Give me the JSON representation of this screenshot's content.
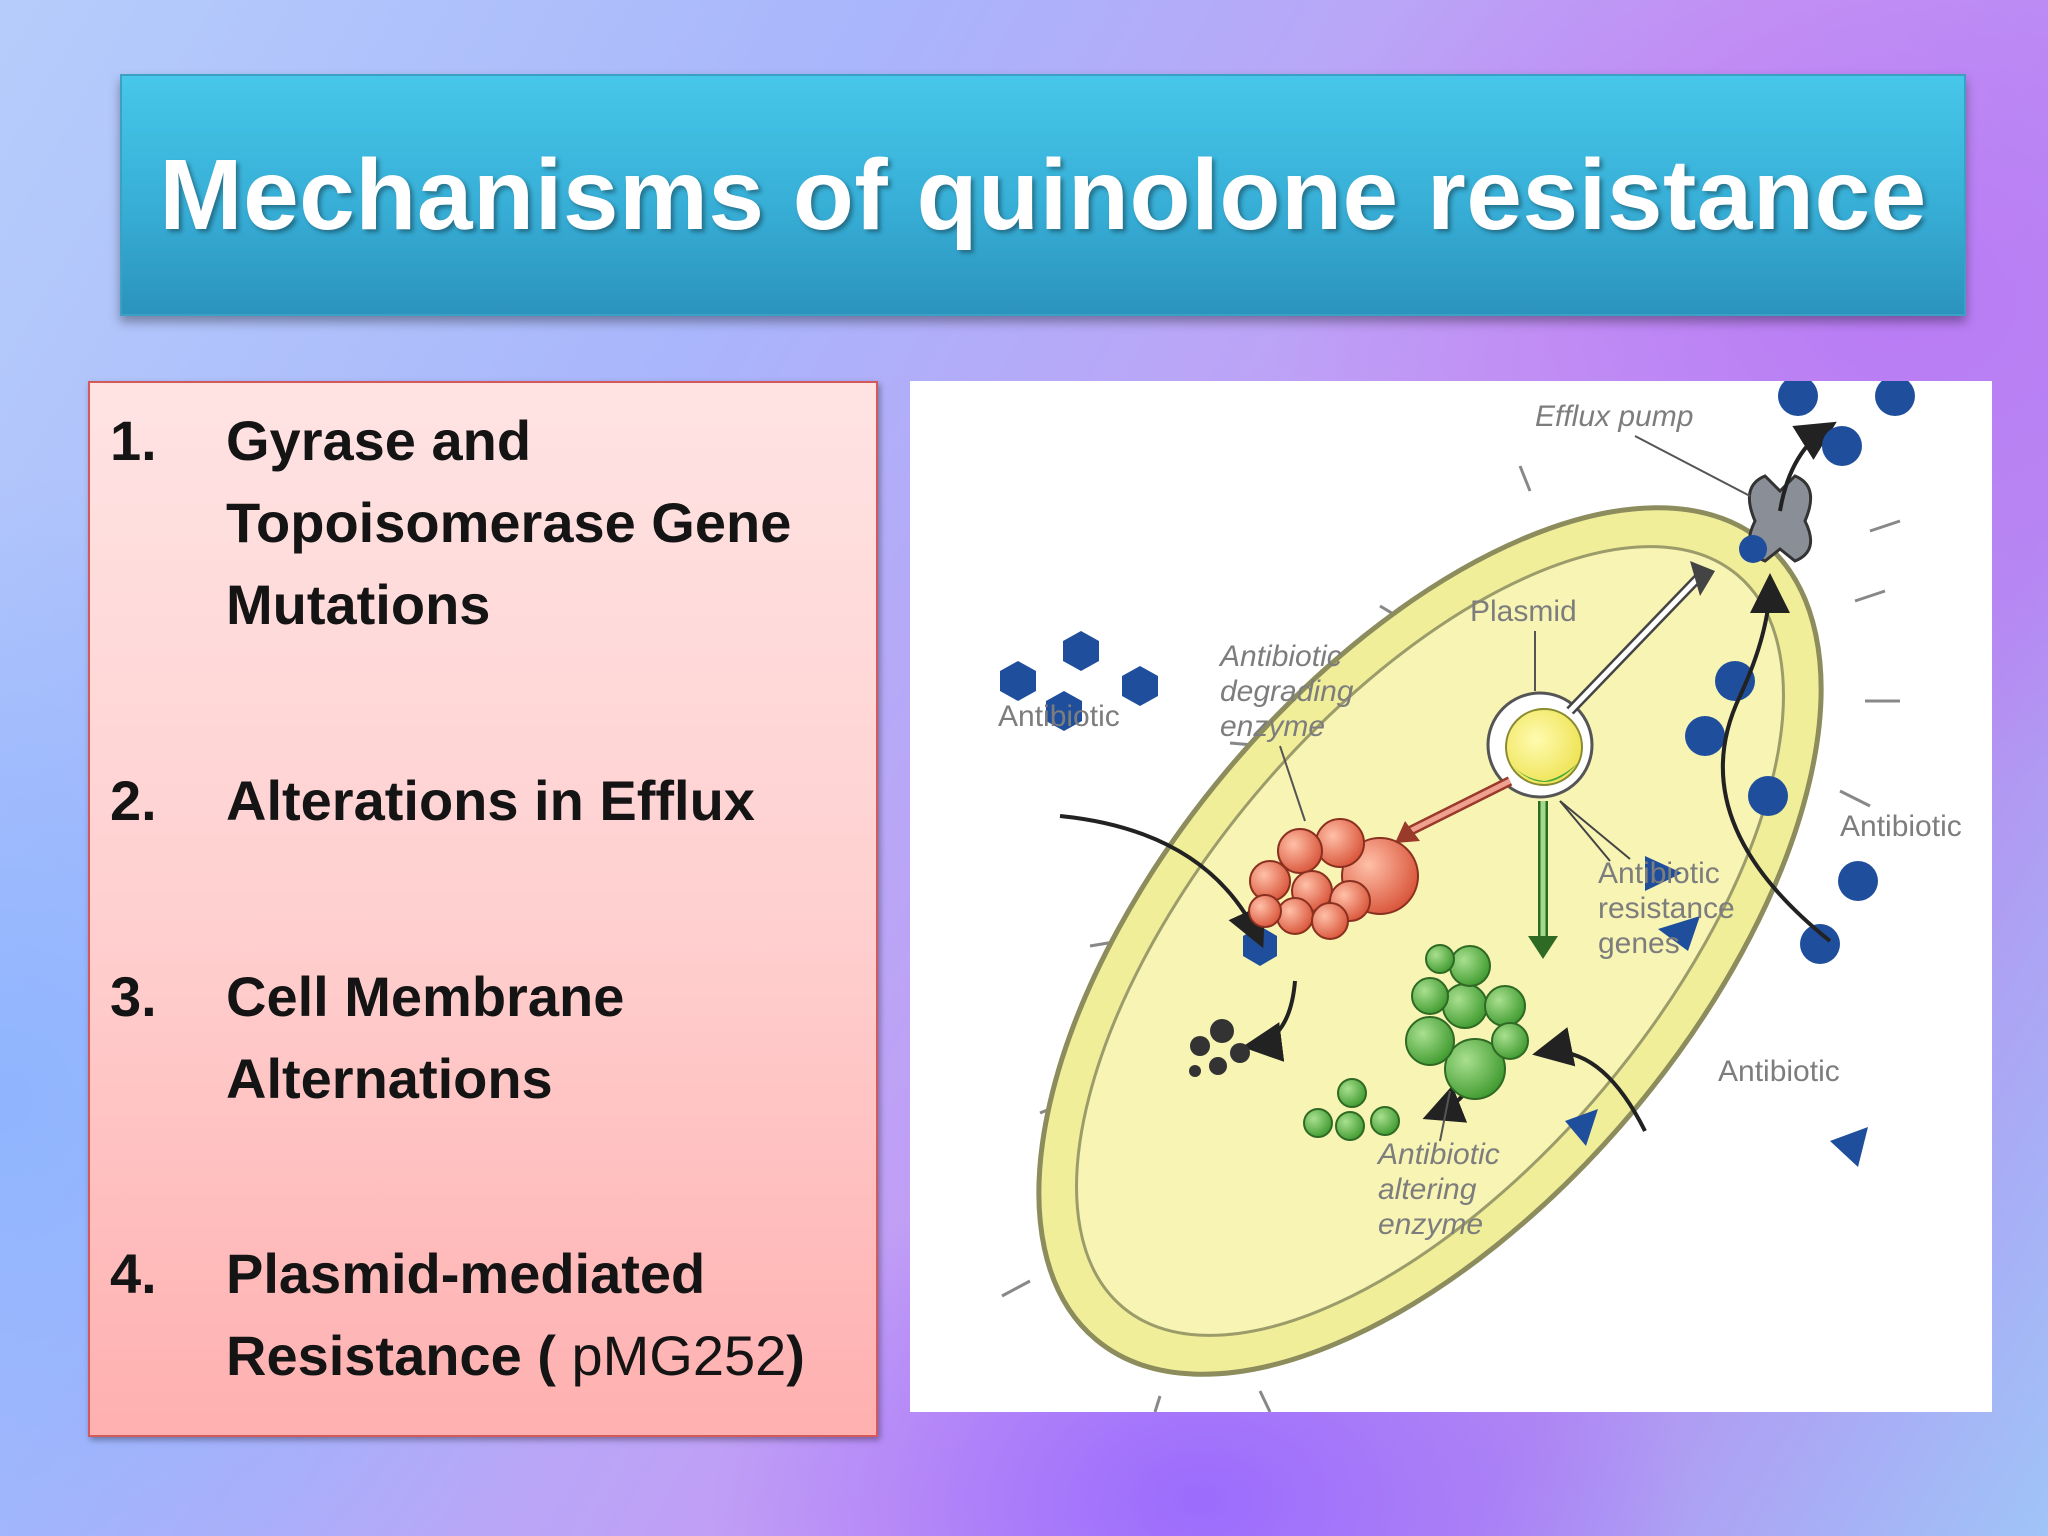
{
  "slide": {
    "title": "Mechanisms of quinolone resistance",
    "items": [
      {
        "number": "1.",
        "text": "Gyrase and Topoisomerase Gene Mutations"
      },
      {
        "number": "2.",
        "text": "Alterations in Efflux"
      },
      {
        "number": "3.",
        "text": "Cell Membrane Alternations"
      },
      {
        "number": "4.",
        "text": "Plasmid-mediated Resistance (",
        "text_light": " pMG252",
        "text_end": ")"
      }
    ]
  },
  "figure": {
    "labels": {
      "efflux_pump": "Efflux pump",
      "plasmid": "Plasmid",
      "antibiotic_left": "Antibiotic",
      "antibiotic_right": "Antibiotic",
      "antibiotic_bottom": "Antibiotic",
      "degrading_enzyme_1": "Antibiotic",
      "degrading_enzyme_2": "degrading",
      "degrading_enzyme_3": "enzyme",
      "resistance_genes_1": "Antibiotic",
      "resistance_genes_2": "resistance",
      "resistance_genes_3": "genes",
      "altering_enzyme_1": "Antibiotic",
      "altering_enzyme_2": "altering",
      "altering_enzyme_3": "enzyme"
    },
    "colors": {
      "cell_fill": "#f3f0a0",
      "cell_outline": "#8a8a5a",
      "antibiotic": "#1f4f9c",
      "degrading_enzyme": "#e06a4e",
      "altering_enzyme": "#49a83a",
      "plasmid": "#f5e830"
    }
  }
}
